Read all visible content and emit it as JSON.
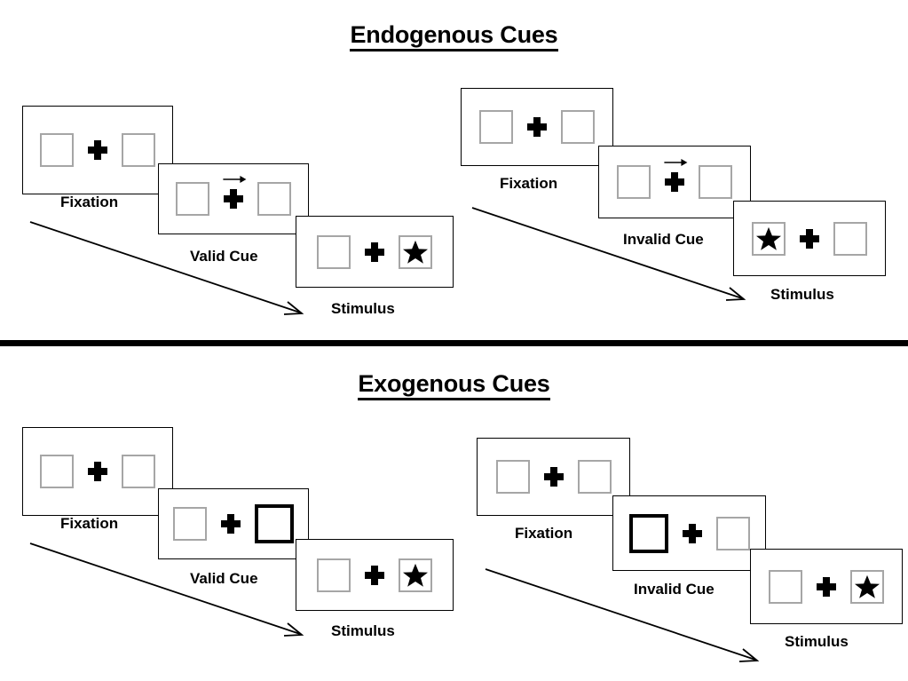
{
  "sections": [
    {
      "id": "endogenous",
      "title": "Endogenous Cues",
      "groups": [
        {
          "id": "endogenous-valid",
          "condition": "valid",
          "screens": [
            {
              "label": "Fixation",
              "type": "fixation",
              "left_box": "empty",
              "right_box": "empty",
              "cue_arrow": false
            },
            {
              "label": "Valid Cue",
              "type": "cue",
              "left_box": "empty",
              "right_box": "empty",
              "cue_arrow": true,
              "cue_arrow_direction": "right"
            },
            {
              "label": "Stimulus",
              "type": "stimulus",
              "left_box": "empty",
              "right_box": "star",
              "cue_arrow": false
            }
          ]
        },
        {
          "id": "endogenous-invalid",
          "condition": "invalid",
          "screens": [
            {
              "label": "Fixation",
              "type": "fixation",
              "left_box": "empty",
              "right_box": "empty",
              "cue_arrow": false
            },
            {
              "label": "Invalid Cue",
              "type": "cue",
              "left_box": "empty",
              "right_box": "empty",
              "cue_arrow": true,
              "cue_arrow_direction": "right"
            },
            {
              "label": "Stimulus",
              "type": "stimulus",
              "left_box": "star",
              "right_box": "empty",
              "cue_arrow": false
            }
          ]
        }
      ]
    },
    {
      "id": "exogenous",
      "title": "Exogenous Cues",
      "groups": [
        {
          "id": "exogenous-valid",
          "condition": "valid",
          "screens": [
            {
              "label": "Fixation",
              "type": "fixation",
              "left_box": "empty",
              "right_box": "empty",
              "cue_arrow": false
            },
            {
              "label": "Valid Cue",
              "type": "cue",
              "left_box": "empty",
              "right_box": "cued",
              "cue_arrow": false
            },
            {
              "label": "Stimulus",
              "type": "stimulus",
              "left_box": "empty",
              "right_box": "star",
              "cue_arrow": false
            }
          ]
        },
        {
          "id": "exogenous-invalid",
          "condition": "invalid",
          "screens": [
            {
              "label": "Fixation",
              "type": "fixation",
              "left_box": "empty",
              "right_box": "empty",
              "cue_arrow": false
            },
            {
              "label": "Invalid Cue",
              "type": "cue",
              "left_box": "cued",
              "right_box": "empty",
              "cue_arrow": false
            },
            {
              "label": "Stimulus",
              "type": "stimulus",
              "left_box": "empty",
              "right_box": "star",
              "cue_arrow": false
            }
          ]
        }
      ]
    }
  ],
  "icons": {
    "plus": "fixation-cross",
    "star": "star-target",
    "cue_arrow": "right-arrow-cue",
    "time_arrow": "time-progression-arrow"
  },
  "colors": {
    "background": "#ffffff",
    "outline": "#000000",
    "box_border": "#a6a6a6",
    "cued_box_border": "#000000",
    "text": "#000000"
  }
}
